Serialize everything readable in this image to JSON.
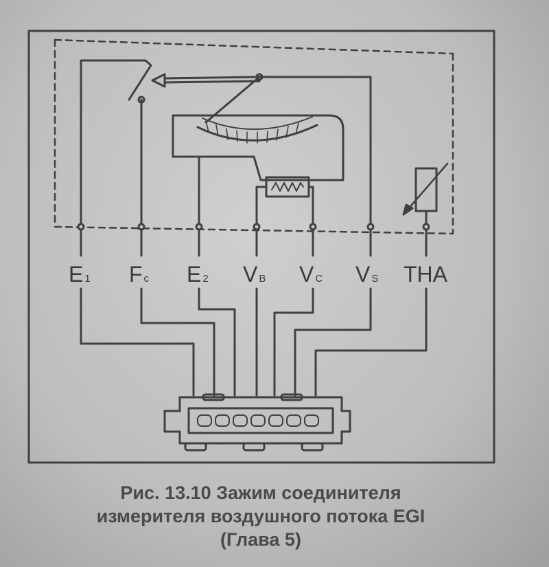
{
  "terminals": [
    {
      "main": "E",
      "sub": "1"
    },
    {
      "main": "F",
      "sub": "c"
    },
    {
      "main": "E",
      "sub": "2"
    },
    {
      "main": "V",
      "sub": "B"
    },
    {
      "main": "V",
      "sub": "C"
    },
    {
      "main": "V",
      "sub": "S"
    },
    {
      "main": "THA",
      "sub": ""
    }
  ],
  "caption": {
    "line1": "Рис. 13.10 Зажим соединителя",
    "line2": "измерителя воздушного потока EGI",
    "line3": "(Глава 5)"
  },
  "colors": {
    "line": "#404040",
    "background": "#c4c4c4"
  }
}
